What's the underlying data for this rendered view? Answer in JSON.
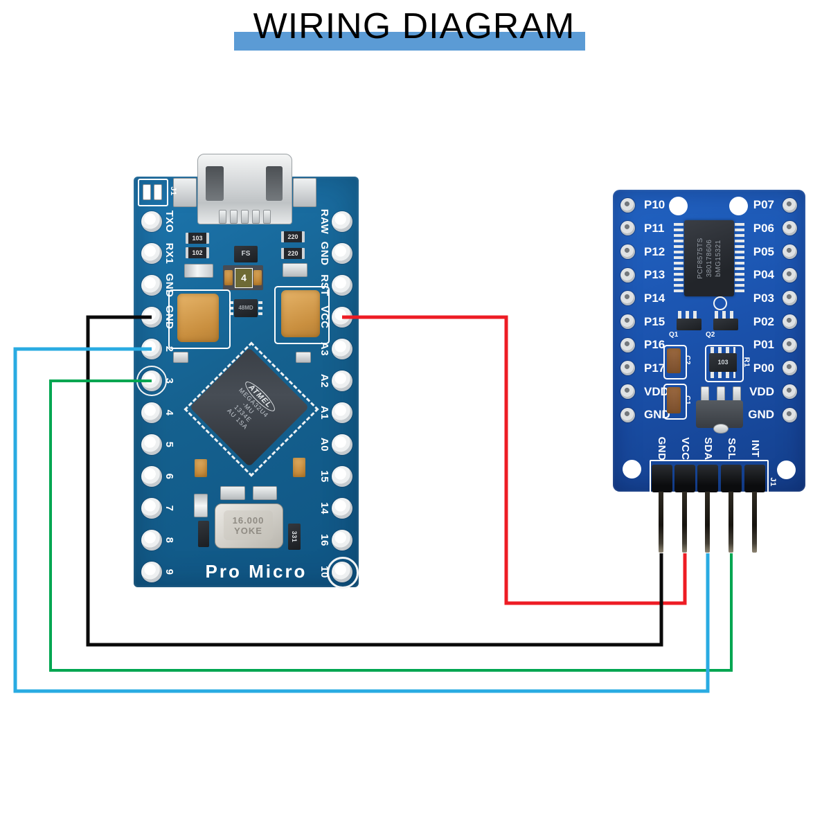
{
  "title": {
    "text": "WIRING DIAGRAM",
    "bar_color": "#5b9bd5"
  },
  "pro_micro": {
    "silkscreen_name": "Pro Micro",
    "connector_label": "J1",
    "left_pins": [
      "TXO",
      "RX1",
      "GND",
      "GND",
      "2",
      "3",
      "4",
      "5",
      "6",
      "7",
      "8",
      "9"
    ],
    "right_pins": [
      "RAW",
      "GND",
      "RST",
      "VCC",
      "A3",
      "A2",
      "A1",
      "A0",
      "15",
      "14",
      "16",
      "10"
    ],
    "mcu": {
      "brand": "ATMEL",
      "line1": "MEGA32U4",
      "line2": "-MU",
      "line3": "1334E",
      "line4": "AU 1SA"
    },
    "crystal": {
      "line1": "16.000",
      "line2": "YOKE"
    },
    "parts": {
      "r103": "103",
      "r102": "102",
      "r220a": "220",
      "r220b": "220",
      "fs": "FS",
      "cap4": "4",
      "sot": "48MD",
      "r331": "331"
    }
  },
  "expander": {
    "left_pins": [
      "P10",
      "P11",
      "P12",
      "P13",
      "P14",
      "P15",
      "P16",
      "P17",
      "VDD",
      "GND"
    ],
    "right_pins": [
      "P07",
      "P06",
      "P05",
      "P04",
      "P03",
      "P02",
      "P01",
      "P00",
      "VDD",
      "GND"
    ],
    "header_pins": [
      "GND",
      "VCC",
      "SDA",
      "SCL",
      "INT"
    ],
    "header_label": "J1",
    "ic": {
      "line1": "PCF8575TS",
      "line2": "380178606",
      "line3": "bMG15321"
    },
    "parts": {
      "q1": "Q1",
      "q2": "Q2",
      "c2": "C2",
      "c1": "C1",
      "r1": "R1",
      "rnet": "103"
    }
  },
  "wires": [
    {
      "name": "vcc",
      "color": "#ed1c24",
      "from": "Pro Micro VCC",
      "to": "expander VCC"
    },
    {
      "name": "gnd",
      "color": "#0a0a0a",
      "from": "Pro Micro GND",
      "to": "expander GND"
    },
    {
      "name": "scl",
      "color": "#00a651",
      "from": "Pro Micro 3",
      "to": "expander SCL"
    },
    {
      "name": "sda",
      "color": "#29abe2",
      "from": "Pro Micro 2",
      "to": "expander SDA"
    }
  ]
}
